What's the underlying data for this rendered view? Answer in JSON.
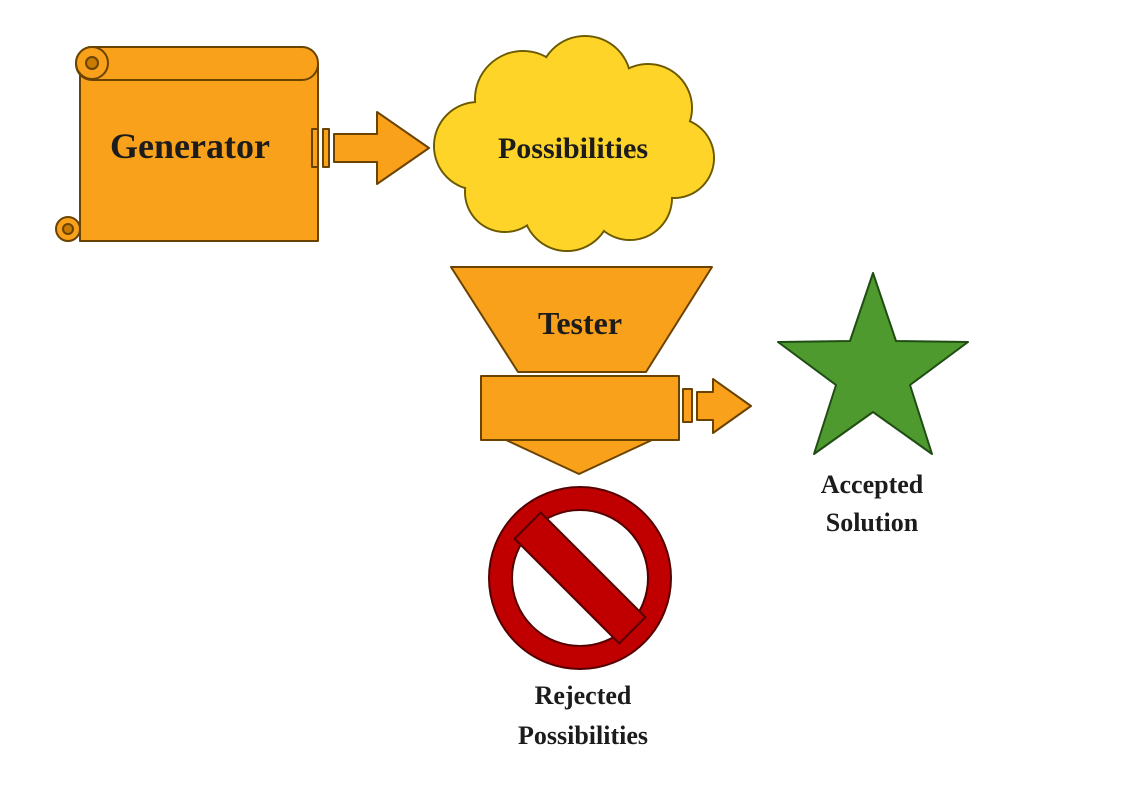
{
  "colors": {
    "orange": "#F9A11B",
    "orangeDark": "#C97A00",
    "orangeStroke": "#6B4300",
    "yellow": "#FFD428",
    "yellowStroke": "#6B5A00",
    "green": "#4E9A2E",
    "greenStroke": "#1F4D14",
    "red": "#C00000",
    "redStroke": "#550000",
    "text": "#1C1C1C",
    "background": "#FFFFFF"
  },
  "diagram": {
    "nodes": [
      {
        "id": "generator",
        "label": "Generator",
        "shape": "horizontal-scroll",
        "fill": "orange"
      },
      {
        "id": "possibilities",
        "label": "Possibilities",
        "shape": "cloud",
        "fill": "yellow"
      },
      {
        "id": "tester",
        "label": "Tester",
        "shape": "inverted-trapezoid-funnel",
        "fill": "orange"
      },
      {
        "id": "accepted-solution",
        "label": "Accepted\nSolution",
        "shape": "five-point-star",
        "fill": "green"
      },
      {
        "id": "rejected-possibilities",
        "label": "Rejected\nPossibilities",
        "shape": "no-symbol",
        "fill": "red"
      }
    ],
    "edges": [
      {
        "from": "generator",
        "to": "possibilities",
        "style": "striped-right-arrow",
        "fill": "orange"
      },
      {
        "from": "possibilities",
        "to": "tester",
        "style": "adjacent",
        "fill": "orange"
      },
      {
        "from": "tester",
        "to": "accepted-solution",
        "style": "striped-right-arrow",
        "fill": "orange"
      },
      {
        "from": "tester",
        "to": "rejected-possibilities",
        "style": "down-arrow-callout",
        "fill": "orange"
      }
    ]
  }
}
